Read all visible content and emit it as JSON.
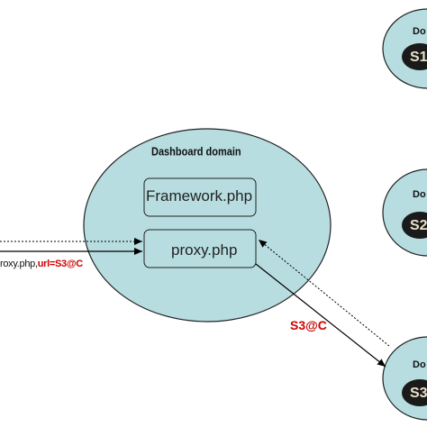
{
  "dashboard": {
    "title": "Dashboard domain",
    "framework_label": "Framework.php",
    "proxy_label": "proxy.php"
  },
  "call": {
    "prefix": "roxy.php,",
    "param": "url=S3@C"
  },
  "return_label": "S3@C",
  "remote_domains": [
    {
      "title": "Do",
      "server": "S1"
    },
    {
      "title": "Do",
      "server": "S2"
    },
    {
      "title": "Do",
      "server": "S3"
    }
  ],
  "colors": {
    "domain_fill": "#b7dde0",
    "server_fill": "#1a1a1a",
    "label_red": "#d00000"
  }
}
